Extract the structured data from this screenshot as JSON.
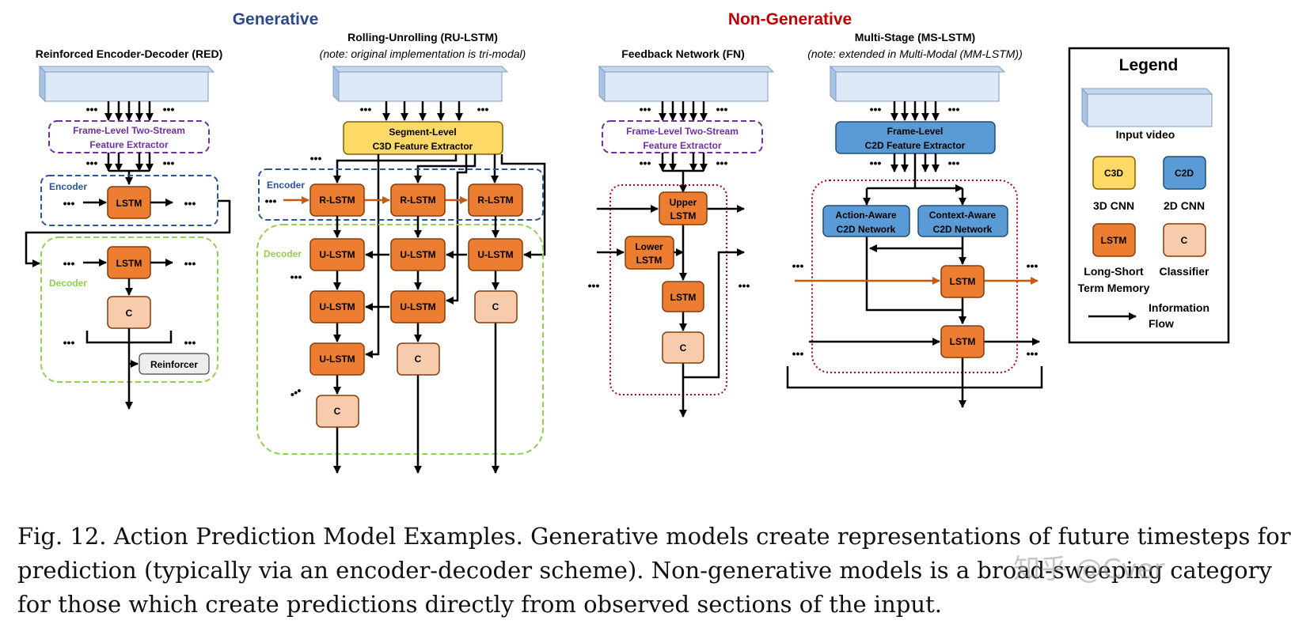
{
  "sections": {
    "generative": "Generative",
    "non_generative": "Non-Generative"
  },
  "red": {
    "title": "Reinforced Encoder-Decoder (RED)",
    "extractor_l1": "Frame-Level Two-Stream",
    "extractor_l2": "Feature Extractor",
    "encoder": "Encoder",
    "decoder": "Decoder",
    "lstm": "LSTM",
    "classifier": "C",
    "reinforcer": "Reinforcer"
  },
  "ru": {
    "title": "Rolling-Unrolling (RU-LSTM)",
    "note": "(note: original implementation is tri-modal)",
    "extractor_l1": "Segment-Level",
    "extractor_l2": "C3D Feature Extractor",
    "encoder": "Encoder",
    "decoder": "Decoder",
    "r_lstm": "R-LSTM",
    "u_lstm": "U-LSTM",
    "classifier": "C"
  },
  "fn": {
    "title": "Feedback Network (FN)",
    "extractor_l1": "Frame-Level Two-Stream",
    "extractor_l2": "Feature Extractor",
    "upper_l1": "Upper",
    "upper_l2": "LSTM",
    "lower_l1": "Lower",
    "lower_l2": "LSTM",
    "lstm": "LSTM",
    "classifier": "C"
  },
  "ms": {
    "title": "Multi-Stage (MS-LSTM)",
    "note": "(note: extended in Multi-Modal (MM-LSTM))",
    "extractor_l1": "Frame-Level",
    "extractor_l2": "C2D Feature Extractor",
    "action_l1": "Action-Aware",
    "action_l2": "C2D Network",
    "context_l1": "Context-Aware",
    "context_l2": "C2D Network",
    "lstm": "LSTM"
  },
  "legend": {
    "title": "Legend",
    "input_video": "Input video",
    "c3d": "C3D",
    "c3d_label": "3D CNN",
    "c2d": "C2D",
    "c2d_label": "2D CNN",
    "lstm": "LSTM",
    "lstm_label_l1": "Long-Short",
    "lstm_label_l2": "Term Memory",
    "classifier": "C",
    "classifier_label": "Classifier",
    "flow_l1": "Information",
    "flow_l2": "Flow"
  },
  "dots": "•••",
  "caption": {
    "line1": "Fig. 12.  Action Prediction Model Examples. Generative models create representations of future timesteps for",
    "line2": "prediction (typically via an encoder-decoder scheme). Non-generative models is a broad-sweeping category",
    "line3": "for those which create predictions directly from observed sections of the input."
  },
  "watermark": "知乎 @Cver",
  "colors": {
    "generative": "#2e4a85",
    "non_generative": "#c00000",
    "lstm": "#ed7d31",
    "classifier": "#f8cbad",
    "c3d": "#ffd966",
    "c2d": "#5b9bd5",
    "video": "#dde9f6",
    "extractor": "#7030a0",
    "encoder": "#2f5597",
    "decoder": "#92d050",
    "fn_box": "#a50021"
  }
}
